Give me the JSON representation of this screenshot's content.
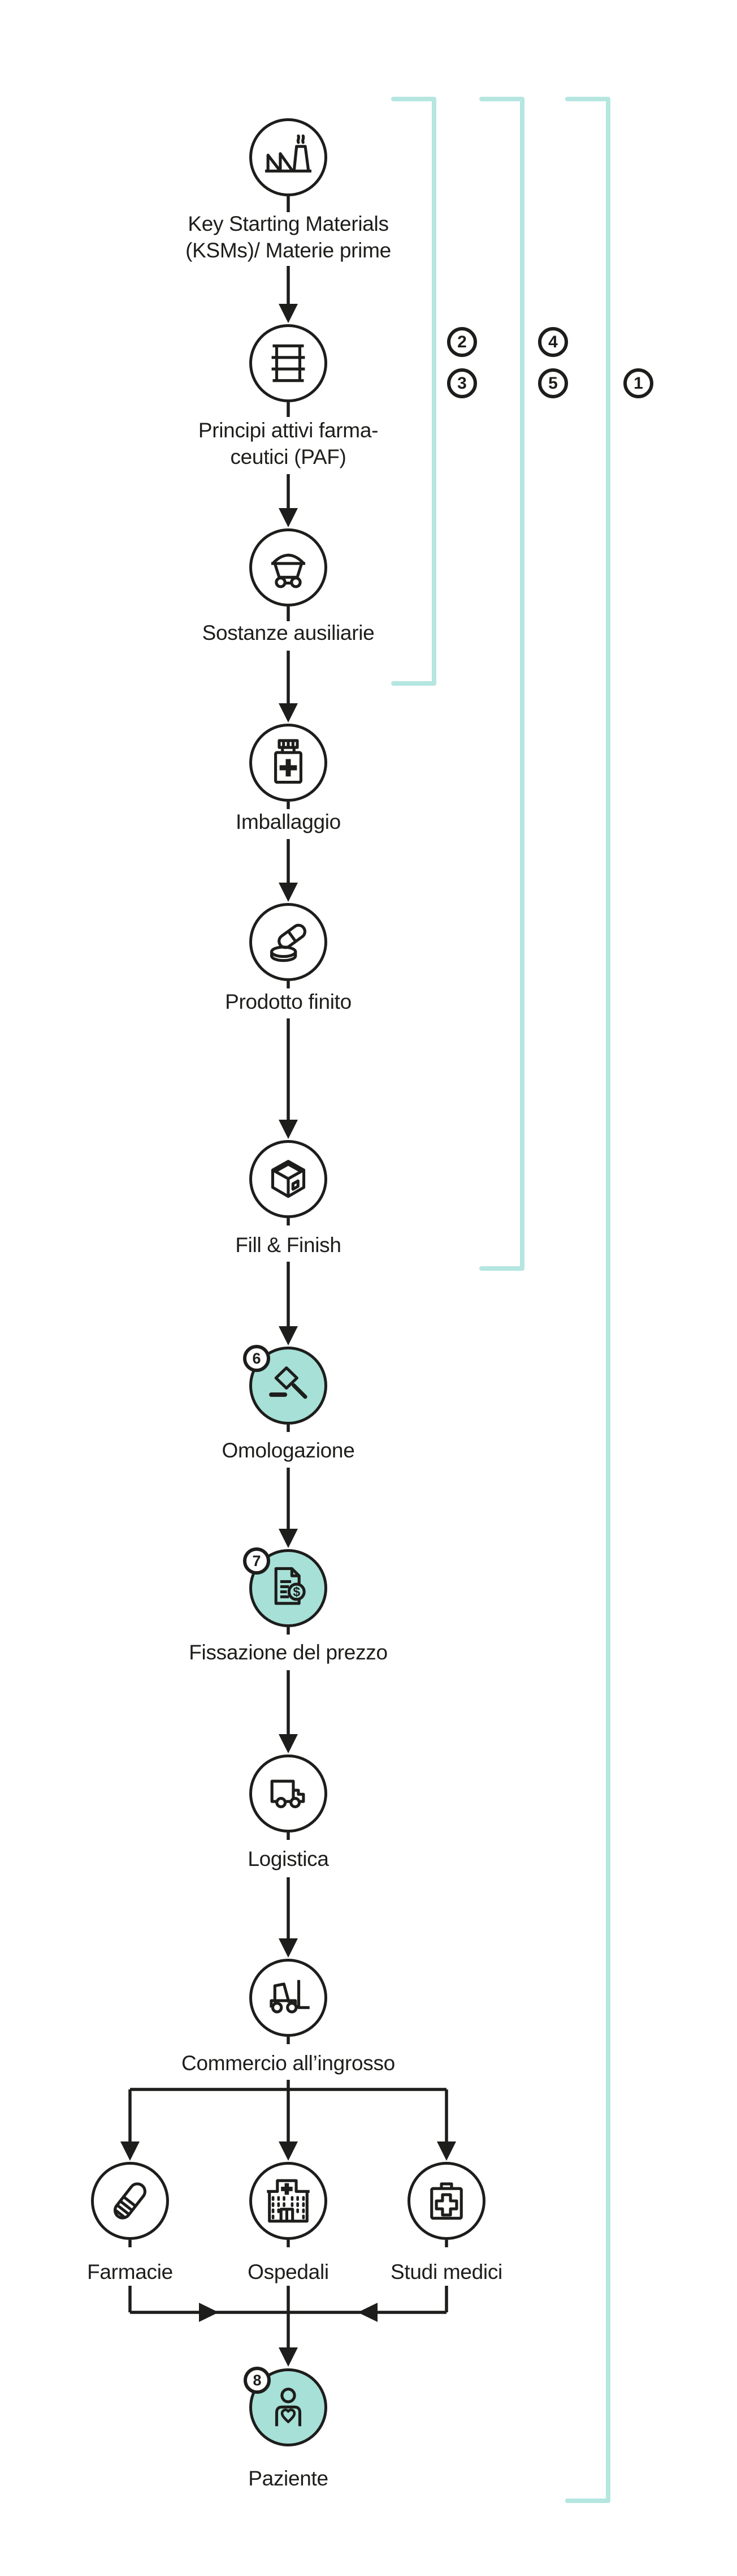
{
  "colors": {
    "ink": "#1d1d1b",
    "teal_fill": "#a6e0d7",
    "teal_line": "#b5e6e0",
    "bg": "#ffffff"
  },
  "diagram": {
    "nodes": {
      "ksm": {
        "label_line1": "Key Starting Materials",
        "label_line2": "(KSMs)/ Materie prime",
        "icon": "factory-icon"
      },
      "paf": {
        "label_line1": "Principi attivi farma-",
        "label_line2": "ceutici (PAF)",
        "icon": "barrel-icon"
      },
      "ausiliarie": {
        "label": "Sostanze ausiliarie",
        "icon": "mining-cart-icon"
      },
      "imballaggio": {
        "label": "Imballaggio",
        "icon": "medicine-bottle-icon"
      },
      "prodotto_finito": {
        "label": "Prodotto finito",
        "icon": "pills-icon"
      },
      "fill_finish": {
        "label": "Fill & Finish",
        "icon": "box-icon"
      },
      "omologazione": {
        "label": "Omologazione",
        "badge": "6",
        "icon": "gavel-icon"
      },
      "fissazione_prezzo": {
        "label": "Fissazione del prezzo",
        "badge": "7",
        "icon": "price-document-icon"
      },
      "logistica": {
        "label": "Logistica",
        "icon": "truck-icon"
      },
      "commercio_ingrosso": {
        "label": "Commercio all’ingrosso",
        "icon": "forklift-icon"
      },
      "farmacie": {
        "label": "Farmacie",
        "icon": "pill-capsule-icon"
      },
      "ospedali": {
        "label": "Ospedali",
        "icon": "hospital-icon"
      },
      "studi_medici": {
        "label": "Studi medici",
        "icon": "first-aid-kit-icon"
      },
      "paziente": {
        "label": "Paziente",
        "badge": "8",
        "icon": "person-heart-icon"
      }
    },
    "legend_markers": {
      "m1": "1",
      "m2": "2",
      "m3": "3",
      "m4": "4",
      "m5": "5"
    },
    "symbols": {
      "currency": "$"
    }
  }
}
